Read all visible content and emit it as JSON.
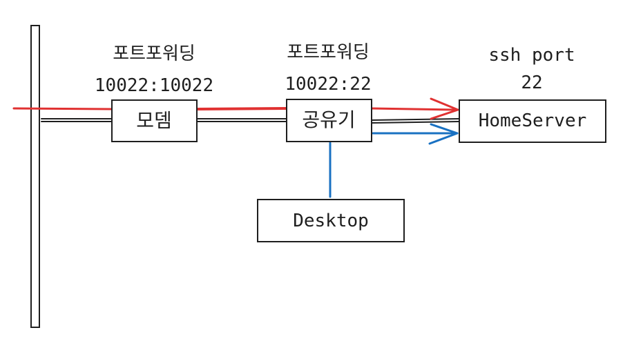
{
  "nodes": {
    "modem": {
      "label": "모뎀"
    },
    "router": {
      "label": "공유기"
    },
    "homeserver": {
      "label": "HomeServer"
    },
    "desktop": {
      "label": "Desktop"
    }
  },
  "annotations": {
    "modem_forward_title": "포트포워딩",
    "modem_forward_ports": "10022:10022",
    "router_forward_title": "포트포워딩",
    "router_forward_ports": "10022:22",
    "ssh_title": "ssh port",
    "ssh_port": "22"
  },
  "colors": {
    "ink": "#1e1e1e",
    "internet_path": "#e03131",
    "lan_path": "#1971c2"
  }
}
